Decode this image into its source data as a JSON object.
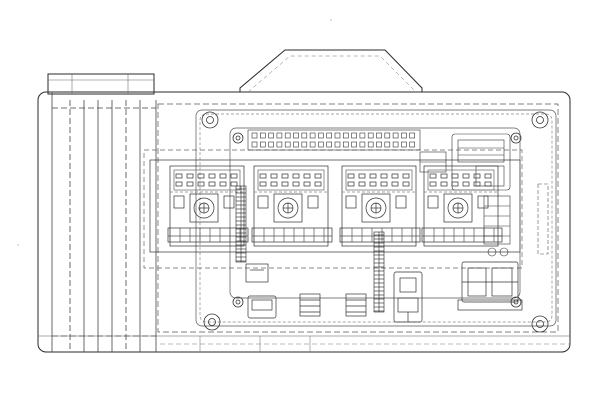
{
  "drawing": {
    "line_color": "#2a2a2a",
    "light_line_color": "#6e6e6e",
    "background_color": "#ffffff",
    "annotations": [
      {
        "id": "label-a",
        "text": ""
      },
      {
        "id": "label-b",
        "text": ""
      }
    ],
    "driver_modules": [
      {
        "name": "driver-module-1"
      },
      {
        "name": "driver-module-2"
      },
      {
        "name": "driver-module-3"
      },
      {
        "name": "driver-module-4"
      }
    ],
    "connectors_bottom": [
      {
        "name": "connector-1"
      },
      {
        "name": "connector-2"
      },
      {
        "name": "connector-3"
      },
      {
        "name": "connector-4"
      },
      {
        "name": "connector-5"
      }
    ]
  }
}
